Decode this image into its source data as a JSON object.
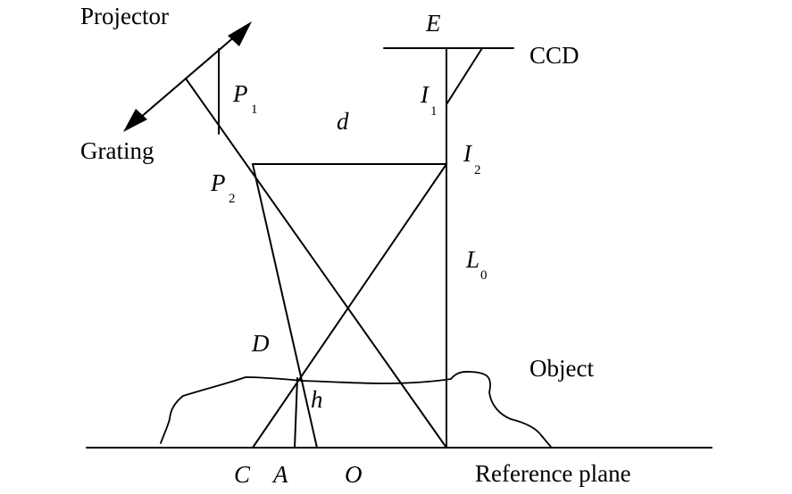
{
  "labels": {
    "projector": "Projector",
    "grating": "Grating",
    "ccd": "CCD",
    "object": "Object",
    "reference_plane": "Reference plane",
    "E": "E",
    "P1": {
      "main": "P",
      "sub": "1"
    },
    "P2": {
      "main": "P",
      "sub": "2"
    },
    "I1": {
      "main": "I",
      "sub": "1"
    },
    "I2": {
      "main": "I",
      "sub": "2"
    },
    "L0": {
      "main": "L",
      "sub": "0"
    },
    "d": "d",
    "D": "D",
    "h": "h",
    "C": "C",
    "A": "A",
    "O": "O"
  },
  "colors": {
    "line": "#000000",
    "background": "#ffffff"
  }
}
